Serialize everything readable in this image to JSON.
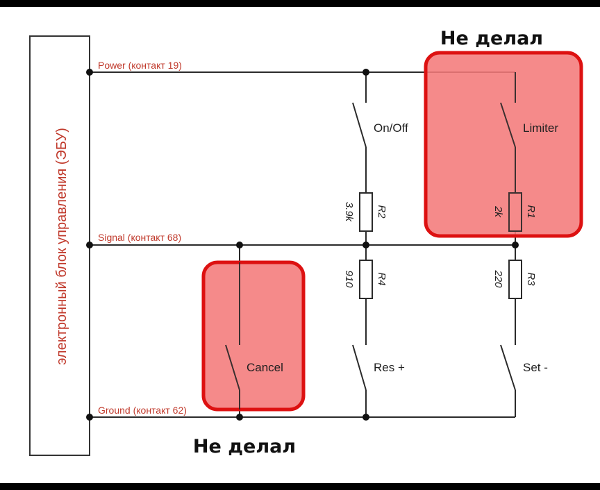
{
  "ecu": {
    "label": "электронный блок управления (ЭБУ)"
  },
  "rails": {
    "power": "Power (контакт 19)",
    "signal": "Signal (контакт 68)",
    "ground": "Ground (контакт 62)"
  },
  "switches": {
    "on_off": "On/Off",
    "limiter": "Limiter",
    "cancel": "Cancel",
    "res_plus": "Res +",
    "set_minus": "Set -"
  },
  "resistors": [
    {
      "name": "R2",
      "value": "3.9k"
    },
    {
      "name": "R1",
      "value": "2k"
    },
    {
      "name": "R4",
      "value": "910"
    },
    {
      "name": "R3",
      "value": "220"
    }
  ],
  "annotations": {
    "top_note": "Не делал",
    "bottom_note": "Не делал"
  },
  "colors": {
    "highlight_fill": "#f47a7a",
    "highlight_border": "#dd1111",
    "label_red": "#c0392b"
  }
}
